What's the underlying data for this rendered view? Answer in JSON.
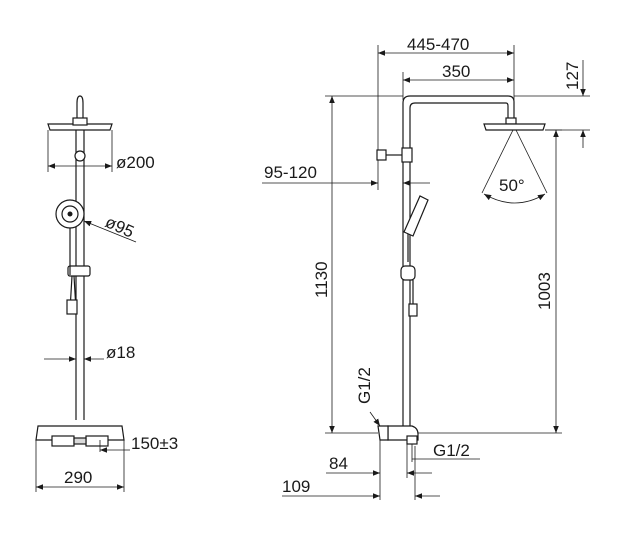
{
  "dimensions": {
    "head_diameter": "ø200",
    "hand_shower_diameter": "ø95",
    "pipe_diameter": "ø18",
    "thermostat_depth": "150±3",
    "thermostat_width": "290",
    "arm_length_range": "445-470",
    "arm_length": "350",
    "head_top_offset": "127",
    "wall_distance_range": "95-120",
    "spray_angle": "50°",
    "total_height": "1130",
    "head_height": "1003",
    "inlet_thread_left": "G1/2",
    "inlet_thread_right": "G1/2",
    "inlet_offset_84": "84",
    "inlet_offset_109": "109"
  }
}
